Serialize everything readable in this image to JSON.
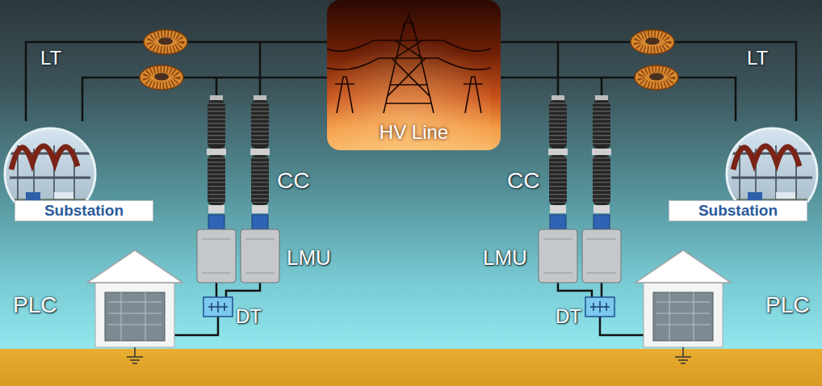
{
  "diagram": {
    "nodes": [
      {
        "text": [
          "Substation"
        ]
      },
      {
        "text": [
          "HV Line"
        ]
      },
      {
        "text": [
          "Substation"
        ]
      }
    ],
    "edges": [
      {
        "from": 0,
        "to": 1,
        "arrow": "none"
      },
      {
        "from": 0,
        "to": 1,
        "arrow": "none"
      },
      {
        "from": 1,
        "to": 2,
        "arrow": "none"
      },
      {
        "from": 1,
        "to": 2,
        "arrow": "none"
      }
    ],
    "labels": [
      "LT",
      "LT",
      "CC",
      "CC",
      "LMU",
      "LMU",
      "PLC",
      "DT",
      "DT",
      "PLC"
    ]
  }
}
